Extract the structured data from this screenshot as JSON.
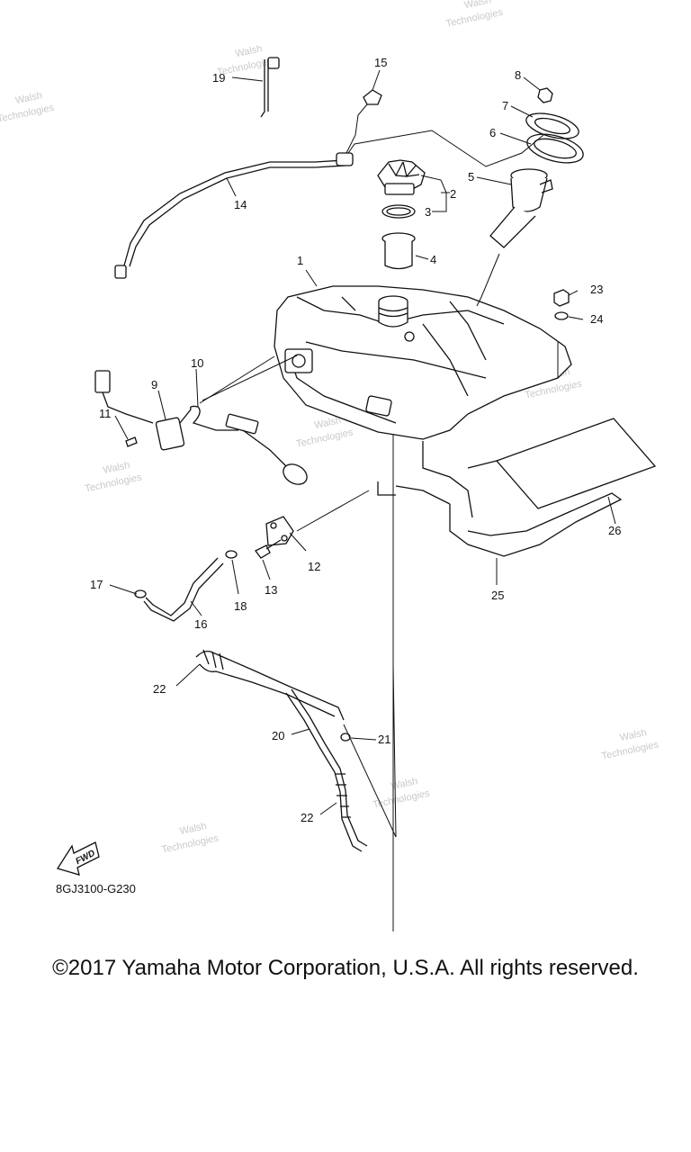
{
  "diagram": {
    "diagram_code": "8GJ3100-G230",
    "fwd_label": "FWD",
    "watermark": [
      "Walsh",
      "Technologies"
    ],
    "part_labels": [
      "1",
      "2",
      "3",
      "4",
      "5",
      "6",
      "7",
      "8",
      "9",
      "10",
      "11",
      "12",
      "13",
      "14",
      "15",
      "16",
      "17",
      "18",
      "19",
      "20",
      "21",
      "22",
      "22",
      "23",
      "24",
      "25",
      "26"
    ]
  },
  "footer": {
    "copyright": "©2017 Yamaha Motor Corporation, U.S.A. All rights reserved."
  }
}
